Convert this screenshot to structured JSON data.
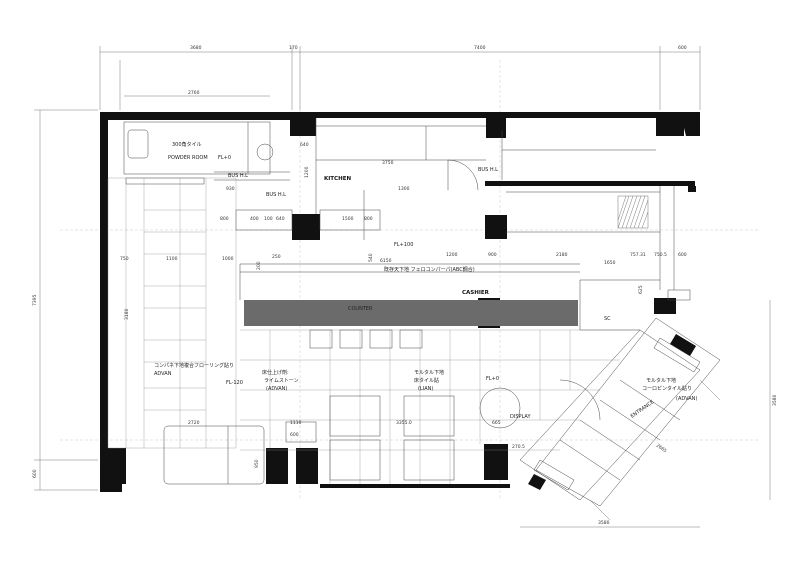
{
  "rooms": {
    "tile300": "300角タイル",
    "powder_room": "POWDER ROOM",
    "fl0_powder": "FL+0",
    "bus_hl_1": "BUS H.L",
    "bus_hl_2": "BUS H.L",
    "bus_hl_3": "BUS H.L",
    "kitchen": "KITCHEN",
    "fl100": "FL+100",
    "ceiling_note": "既存天下地 フェロコンパーパ(ABC鋼合)",
    "cashier": "CASHIER",
    "counter": "COUNTER",
    "sc": "SC",
    "floor_left_1": "コンパネ下地複合フローリング貼り",
    "floor_left_2": "ADVAN",
    "fl120": "FL-120",
    "floor_mid_1": "床仕上げ剤:",
    "floor_mid_2": "ライムストーン",
    "floor_mid_3": "(ADVAN)",
    "floor_right_1": "モルタル下地",
    "floor_right_2": "床タイル貼",
    "floor_right_3": "(LIAN)",
    "fl0_main": "FL+0",
    "display": "DISPLAY",
    "entrance_1": "モルタル下地",
    "entrance_2": "コーロピンタイル貼り",
    "entrance_3": "(ADVAN)",
    "entrance": "ENTRANCE"
  },
  "dimensions": {
    "top_3680": "3680",
    "top_170": "170",
    "top_7400": "7400",
    "top_600": "600",
    "d2760": "2760",
    "d640_a": "640",
    "d1200_a": "1200",
    "d3750": "3750",
    "d930": "930",
    "d800_a": "800",
    "d400": "400",
    "d100": "100",
    "d640_b": "640",
    "d1500": "1500",
    "d800_b": "800",
    "d1300": "1300",
    "d750_a": "750",
    "d1100": "1100",
    "d1000": "1000",
    "d200": "200",
    "d250": "250",
    "d540": "540",
    "d6150": "6150",
    "d1200_b": "1200",
    "d900": "900",
    "d2180": "2180",
    "d1650": "1650",
    "d757": "757.31",
    "d750_b": "750.5",
    "d600": "600",
    "d625": "625",
    "d3180": "3180",
    "left_7395": "7395",
    "left_600": "600",
    "d2720": "2720",
    "d1110": "1110",
    "d600_b": "600",
    "d950": "950",
    "d3355": "3355.0",
    "d665": "665",
    "right_3580": "3580",
    "d2665": "2665",
    "d3580_bottom": "3580",
    "d270": "270.5"
  }
}
